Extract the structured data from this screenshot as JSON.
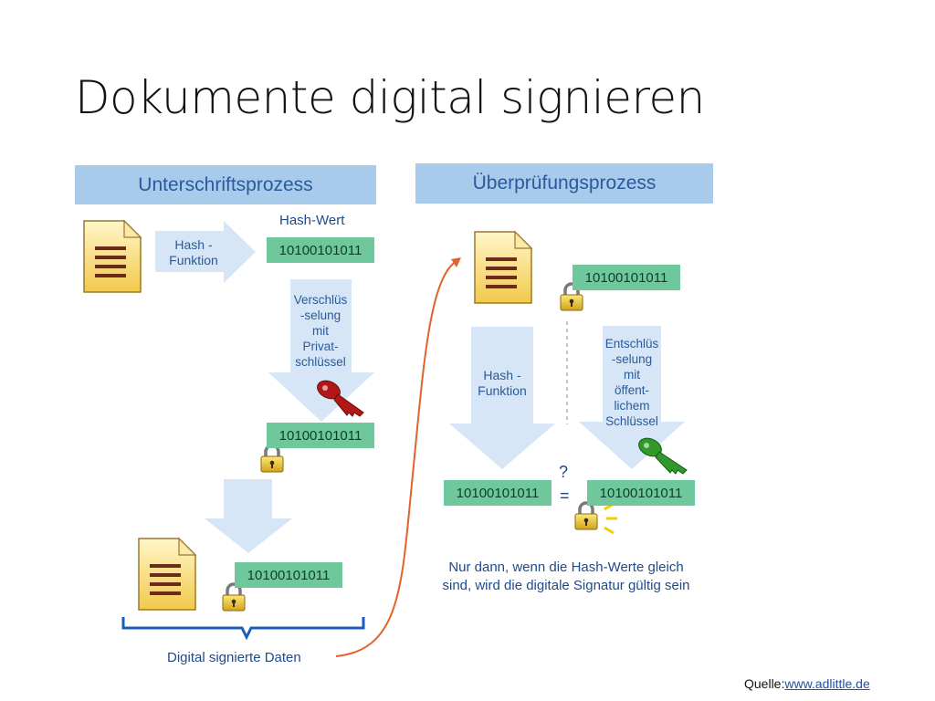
{
  "slide": {
    "title": "Dokumente digital signieren",
    "source_label": "Quelle:",
    "source_link": "www.adlittle.de"
  },
  "left": {
    "header": "Unterschriftsprozess",
    "hash_arrow_label": "Hash -\nFunktion",
    "hash_value_label": "Hash-Wert",
    "hash_1": "10100101011",
    "encrypt_label": "Verschlüs\n-selung\nmit\nPrivat-\nschlüssel",
    "hash_2": "10100101011",
    "hash_3": "10100101011",
    "bracket_label": "Digital signierte Daten"
  },
  "right": {
    "header": "Überprüfungsprozess",
    "hash_top": "10100101011",
    "hash_arrow_label": "Hash -\nFunktion",
    "decrypt_label": "Entschlüs\n-selung\nmit\nöffent-\nlichem\nSchlüssel",
    "hash_left": "10100101011",
    "hash_right": "10100101011",
    "question": "?",
    "equals": "=",
    "conclusion": "Nur dann, wenn die Hash-Werte gleich\nsind, wird die digitale Signatur gültig sein"
  },
  "colors": {
    "header_bg": "#a9cbeb",
    "header_text": "#2a5a9c",
    "hash_bg": "#6ec89b",
    "arrow_fill": "#d6e6f6",
    "private_key": "#b01818",
    "public_key": "#2f9a2a",
    "connector": "#e0642a"
  },
  "icons": [
    "document-icon",
    "padlock-icon",
    "private-key-icon",
    "public-key-icon"
  ]
}
